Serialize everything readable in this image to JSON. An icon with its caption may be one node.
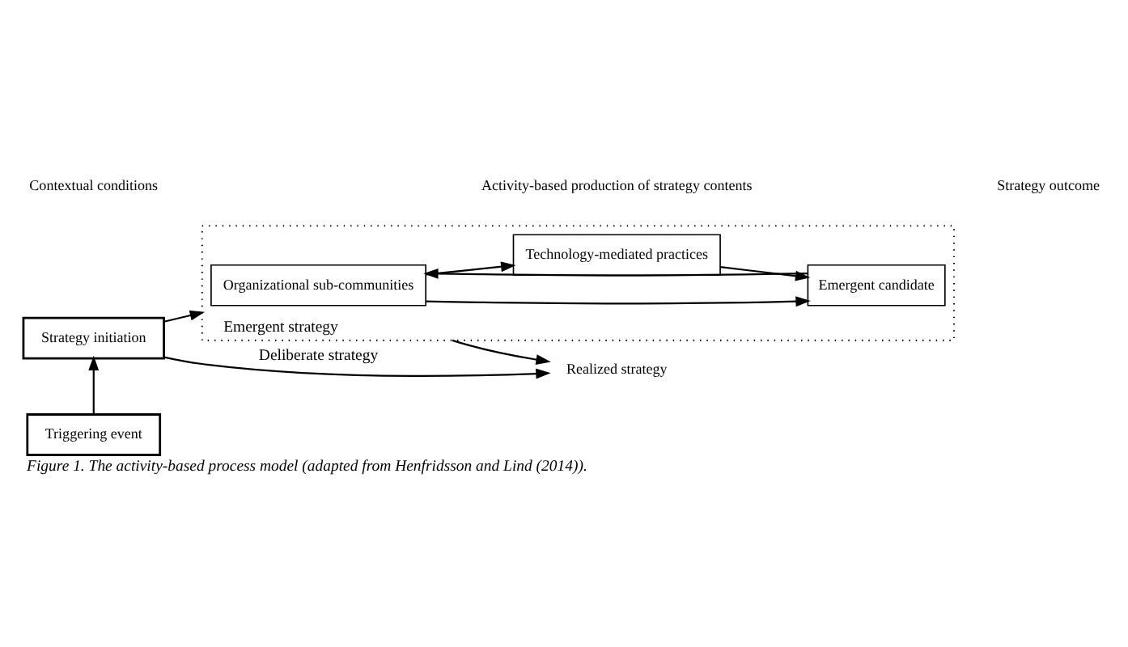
{
  "diagram": {
    "caption": "Figure 1. The activity-based process model (adapted from Henfridsson and Lind (2014)).",
    "nodes": [
      {
        "text": [
          "Strategy initiation"
        ]
      },
      {
        "text": [
          "Triggering event"
        ]
      },
      {
        "text": [
          "Emergent strategy"
        ]
      },
      {
        "text": [
          "Organizational sub-communities"
        ],
        "in": 2
      },
      {
        "text": [
          "Emergent candidate"
        ],
        "in": 2
      },
      {
        "text": [
          "Technology-mediated practices"
        ],
        "in": 2
      },
      {
        "text": [
          "Realized strategy"
        ]
      }
    ],
    "edges": [
      {
        "from": 1,
        "to": 0,
        "arrow": "to"
      },
      {
        "from": 0,
        "to": 6,
        "arrow": "to",
        "label": "Deliberate strategy"
      },
      {
        "from": 0,
        "to": 2,
        "arrow": "to"
      },
      {
        "from": 3,
        "to": 4,
        "arrow": "to"
      },
      {
        "from": 4,
        "to": 3,
        "arrow": "to"
      },
      {
        "from": 3,
        "to": 5,
        "arrow": "to"
      },
      {
        "from": 5,
        "to": 4,
        "arrow": "to"
      },
      {
        "from": 2,
        "to": 6,
        "arrow": "to"
      }
    ],
    "labels": [
      "Contextual conditions",
      "Activity-based production of strategy contents",
      "Strategy outcome"
    ]
  }
}
